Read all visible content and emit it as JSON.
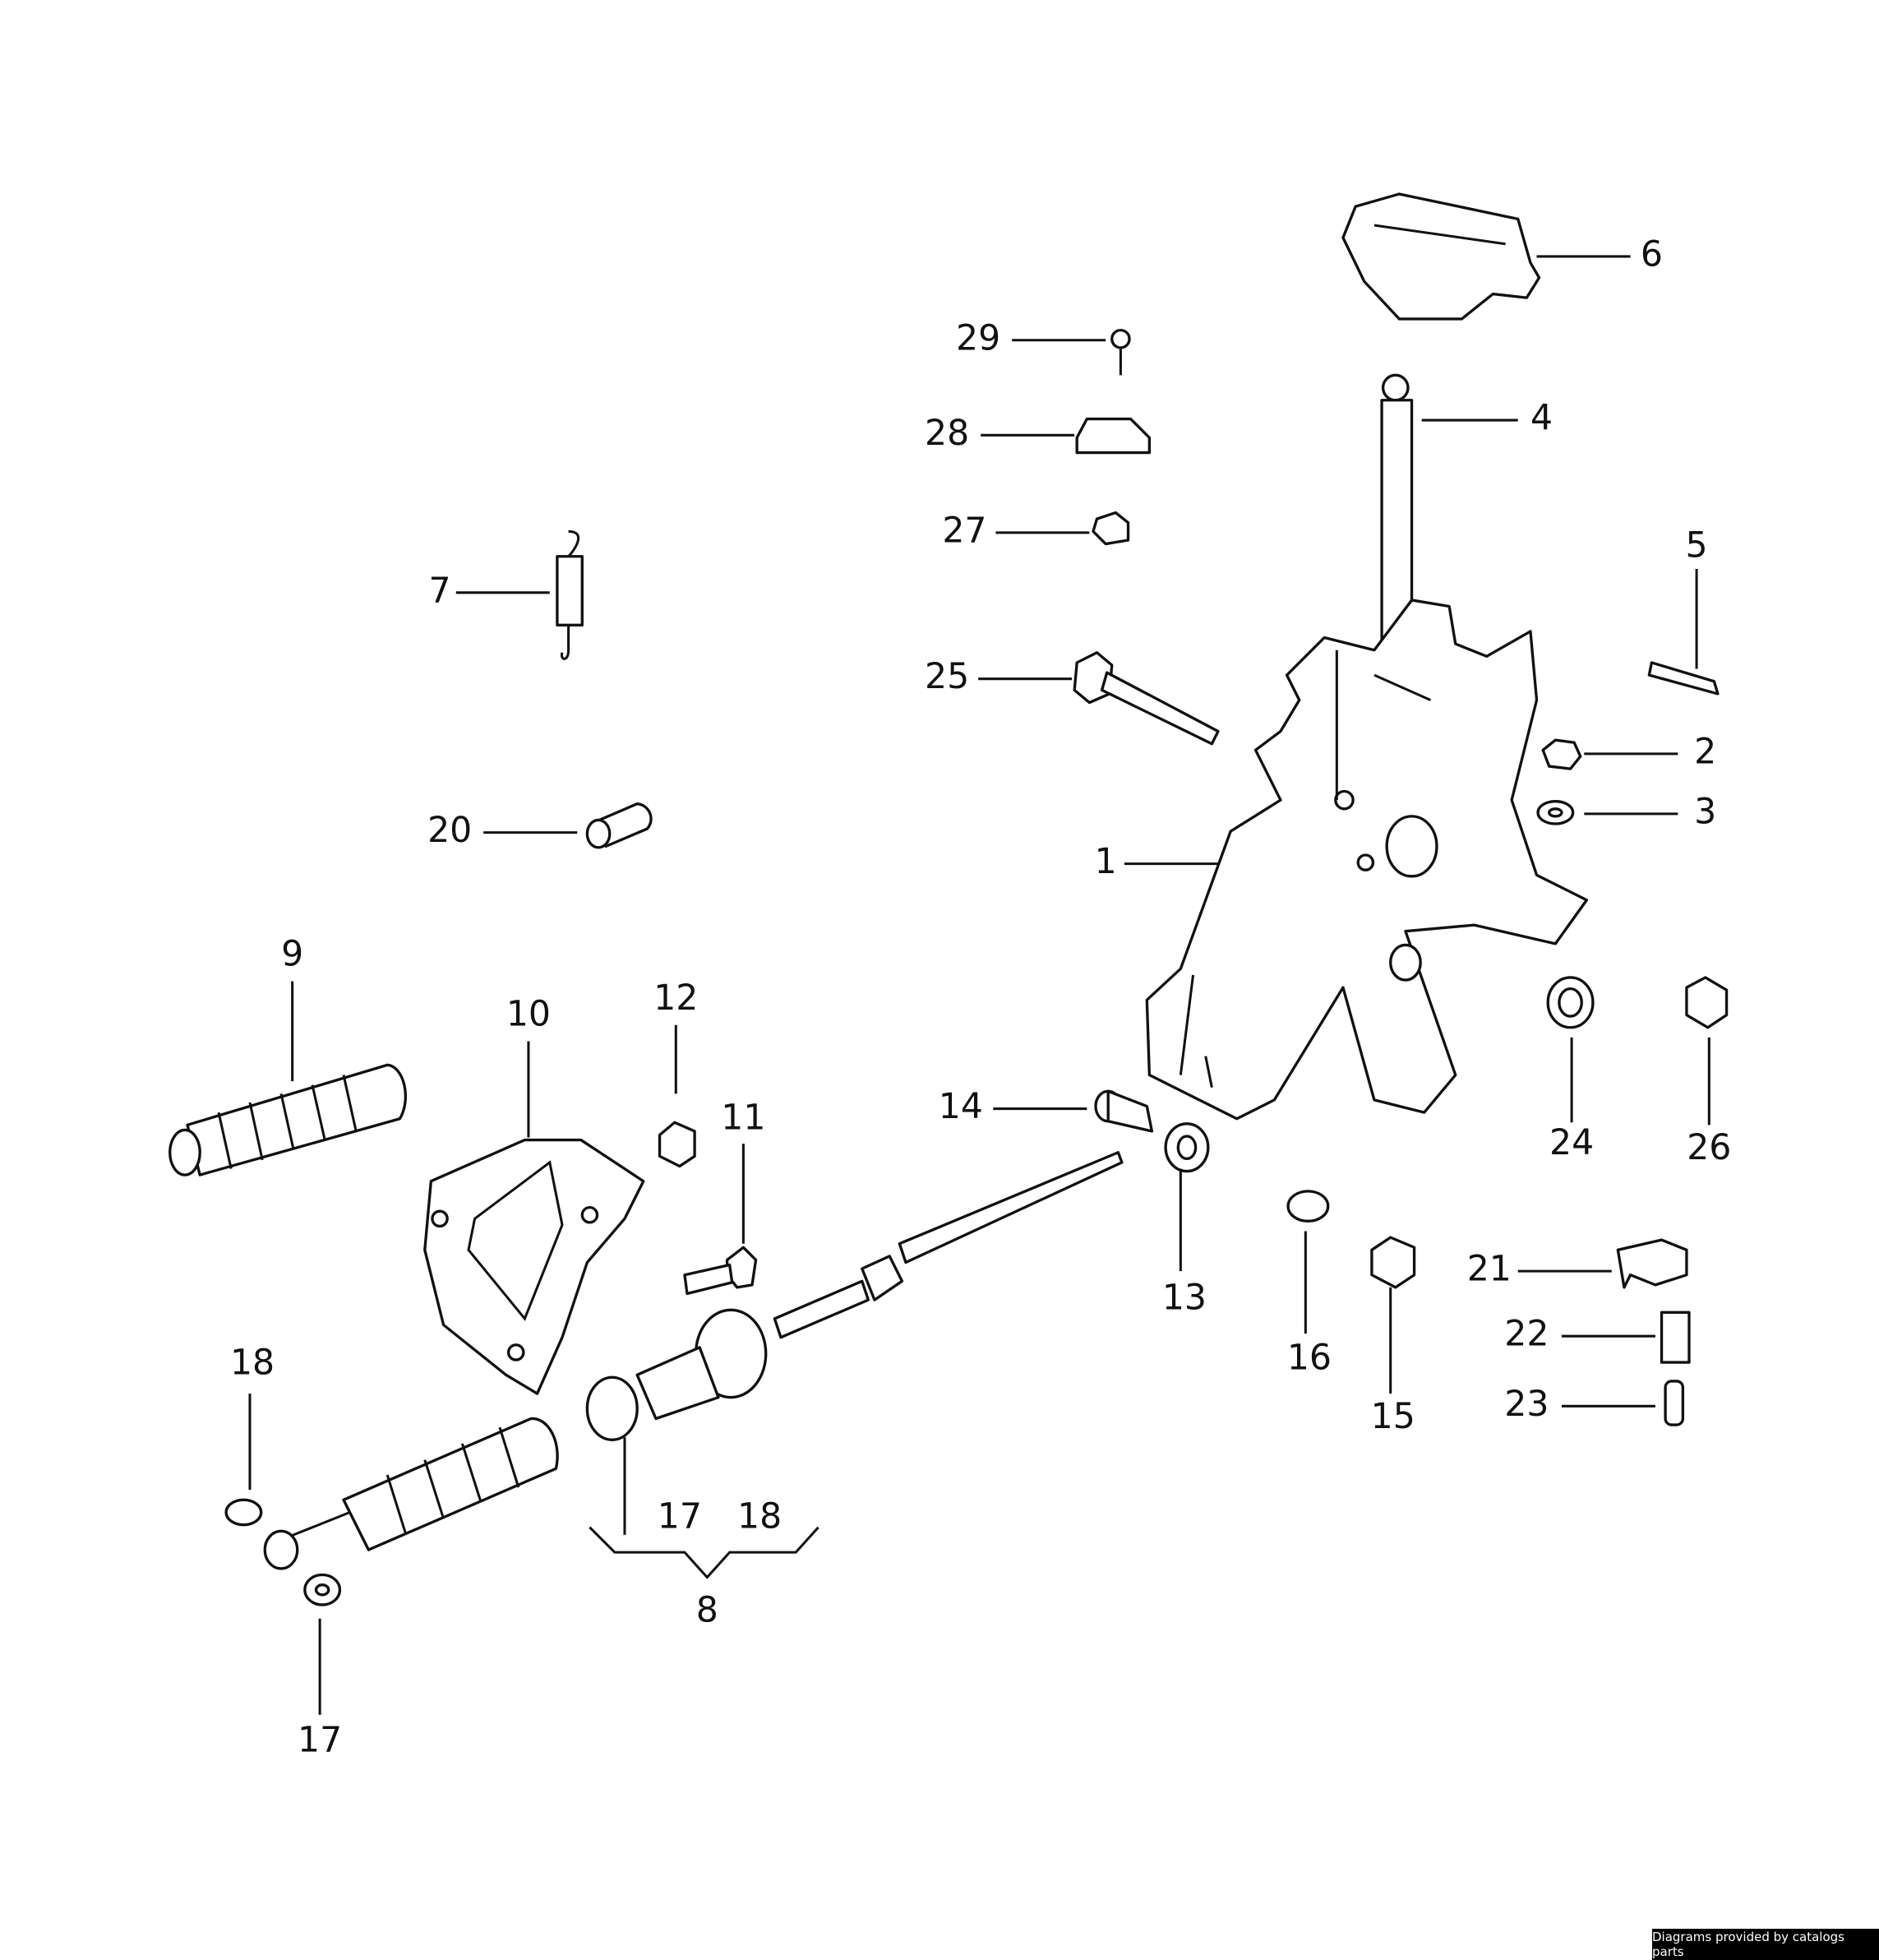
{
  "labels": {
    "l1": "1",
    "l2": "2",
    "l3": "3",
    "l4": "4",
    "l5": "5",
    "l6": "6",
    "l7": "7",
    "l8": "8",
    "l9": "9",
    "l10": "10",
    "l11": "11",
    "l12": "12",
    "l13": "13",
    "l14": "14",
    "l15": "15",
    "l16": "16",
    "l17a": "17",
    "l17b": "17",
    "l18a": "18",
    "l18b": "18",
    "l20": "20",
    "l21": "21",
    "l22": "22",
    "l23": "23",
    "l24": "24",
    "l25": "25",
    "l26": "26",
    "l27": "27",
    "l28": "28",
    "l29": "29"
  },
  "credit": "Diagrams provided by catalogs parts"
}
